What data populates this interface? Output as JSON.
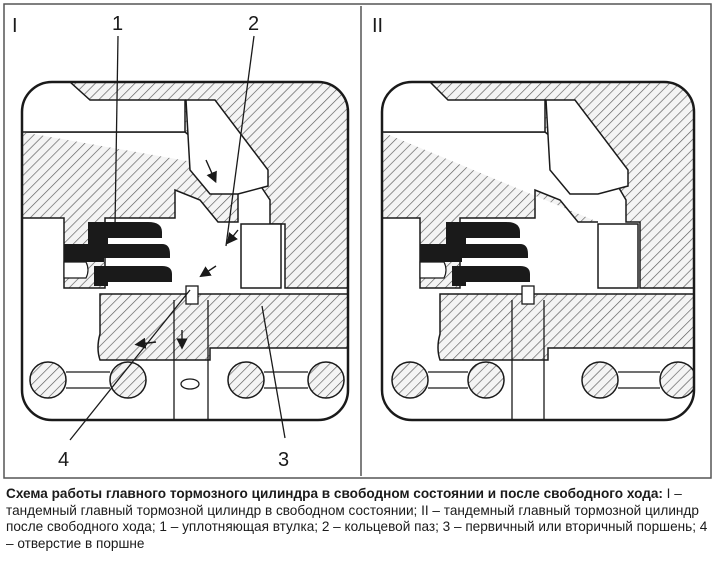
{
  "panels": [
    {
      "label": "I"
    },
    {
      "label": "II"
    }
  ],
  "callouts": [
    "1",
    "2",
    "3",
    "4"
  ],
  "caption": {
    "title": "Схема работы главного тормозного цилиндра в свободном состоянии и после свободного хода:",
    "text": " I – тандемный главный тормозной цилиндр в свободном состоянии; II – тандемный главный тормозной цилиндр после свободного хода; 1 – уплотняющая втулка; 2 – кольцевой паз; 3 – первичный или вторичный поршень; 4 – отверстие в поршне"
  }
}
